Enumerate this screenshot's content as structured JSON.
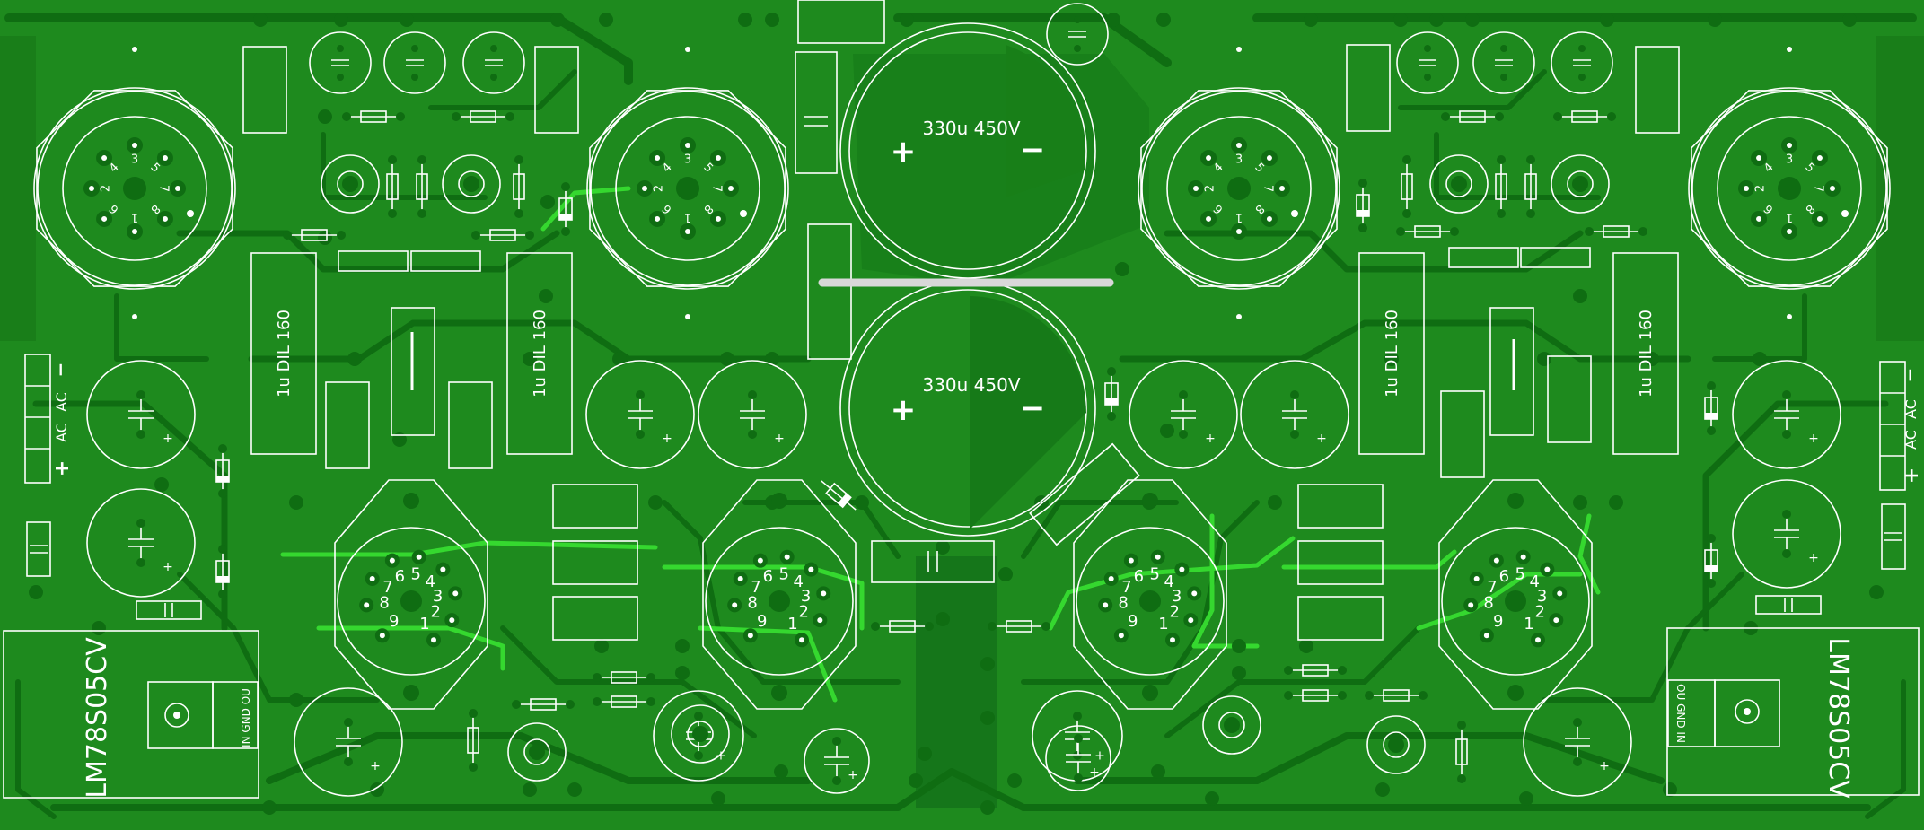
{
  "colors": {
    "board": "#1e8a1e",
    "copper_trace": "#0f6d12",
    "top_trace": "#35d82f",
    "silkscreen": "#ffffff"
  },
  "big_caps": [
    {
      "label": "330u 450V",
      "plus": "+",
      "minus": "−"
    },
    {
      "label": "330u 450V",
      "plus": "+",
      "minus": "−"
    }
  ],
  "coupling_caps": [
    "1u DIL 160",
    "1u DIL 160",
    "1u DIL 160",
    "1u DIL 160"
  ],
  "regulators": [
    {
      "label": "LM78S05CV",
      "pins": "IN GND OU"
    },
    {
      "label": "LM78S05CV",
      "pins": "OU GND IN"
    }
  ],
  "power_left": {
    "minus": "−",
    "ac1": "AC",
    "ac2": "AC",
    "plus": "+"
  },
  "power_right": {
    "minus": "−",
    "ac1": "AC",
    "ac2": "AC",
    "plus": "+"
  },
  "octal_socket_pins": [
    "1",
    "2",
    "3",
    "4",
    "5",
    "6",
    "7",
    "8"
  ],
  "noval_socket_pins": [
    "1",
    "2",
    "3",
    "4",
    "5",
    "6",
    "7",
    "8",
    "9"
  ],
  "cap_marks": {
    "plus": "+"
  }
}
